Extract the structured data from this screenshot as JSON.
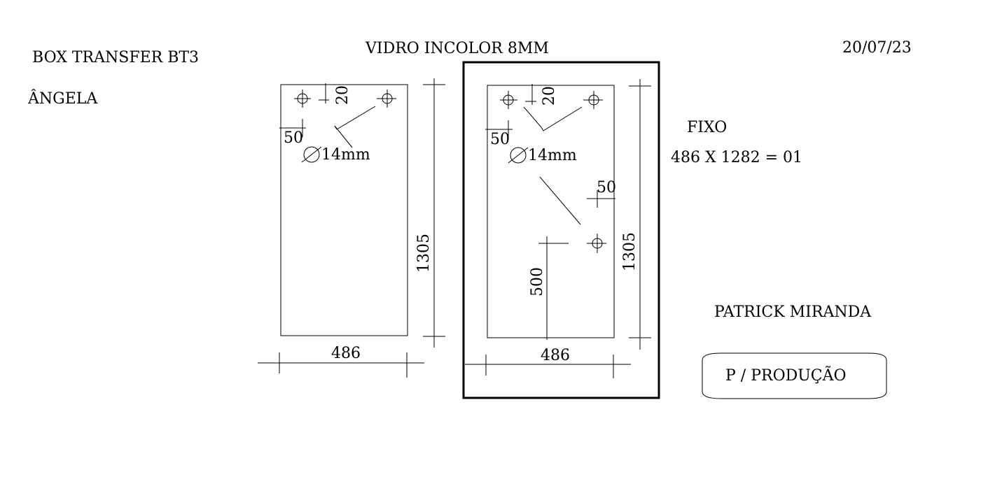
{
  "header": {
    "project": "BOX TRANSFER BT3",
    "client": "ÂNGELA",
    "material": "VIDRO INCOLOR 8MM",
    "date": "20/07/23"
  },
  "spec": {
    "type": "FIXO",
    "size": "486 X 1282 = 01"
  },
  "author": "PATRICK MIRANDA",
  "stamp": "P / PRODUÇÃO",
  "panel_left": {
    "width": "486",
    "height": "1305",
    "hole_offset_top": "20",
    "hole_offset_side": "50",
    "hole_diameter": "14mm"
  },
  "panel_right": {
    "width": "486",
    "height": "1305",
    "hole_offset_top": "20",
    "hole_offset_side": "50",
    "hole_diameter": "14mm",
    "side_hole_offset": "50",
    "side_hole_height": "500"
  }
}
